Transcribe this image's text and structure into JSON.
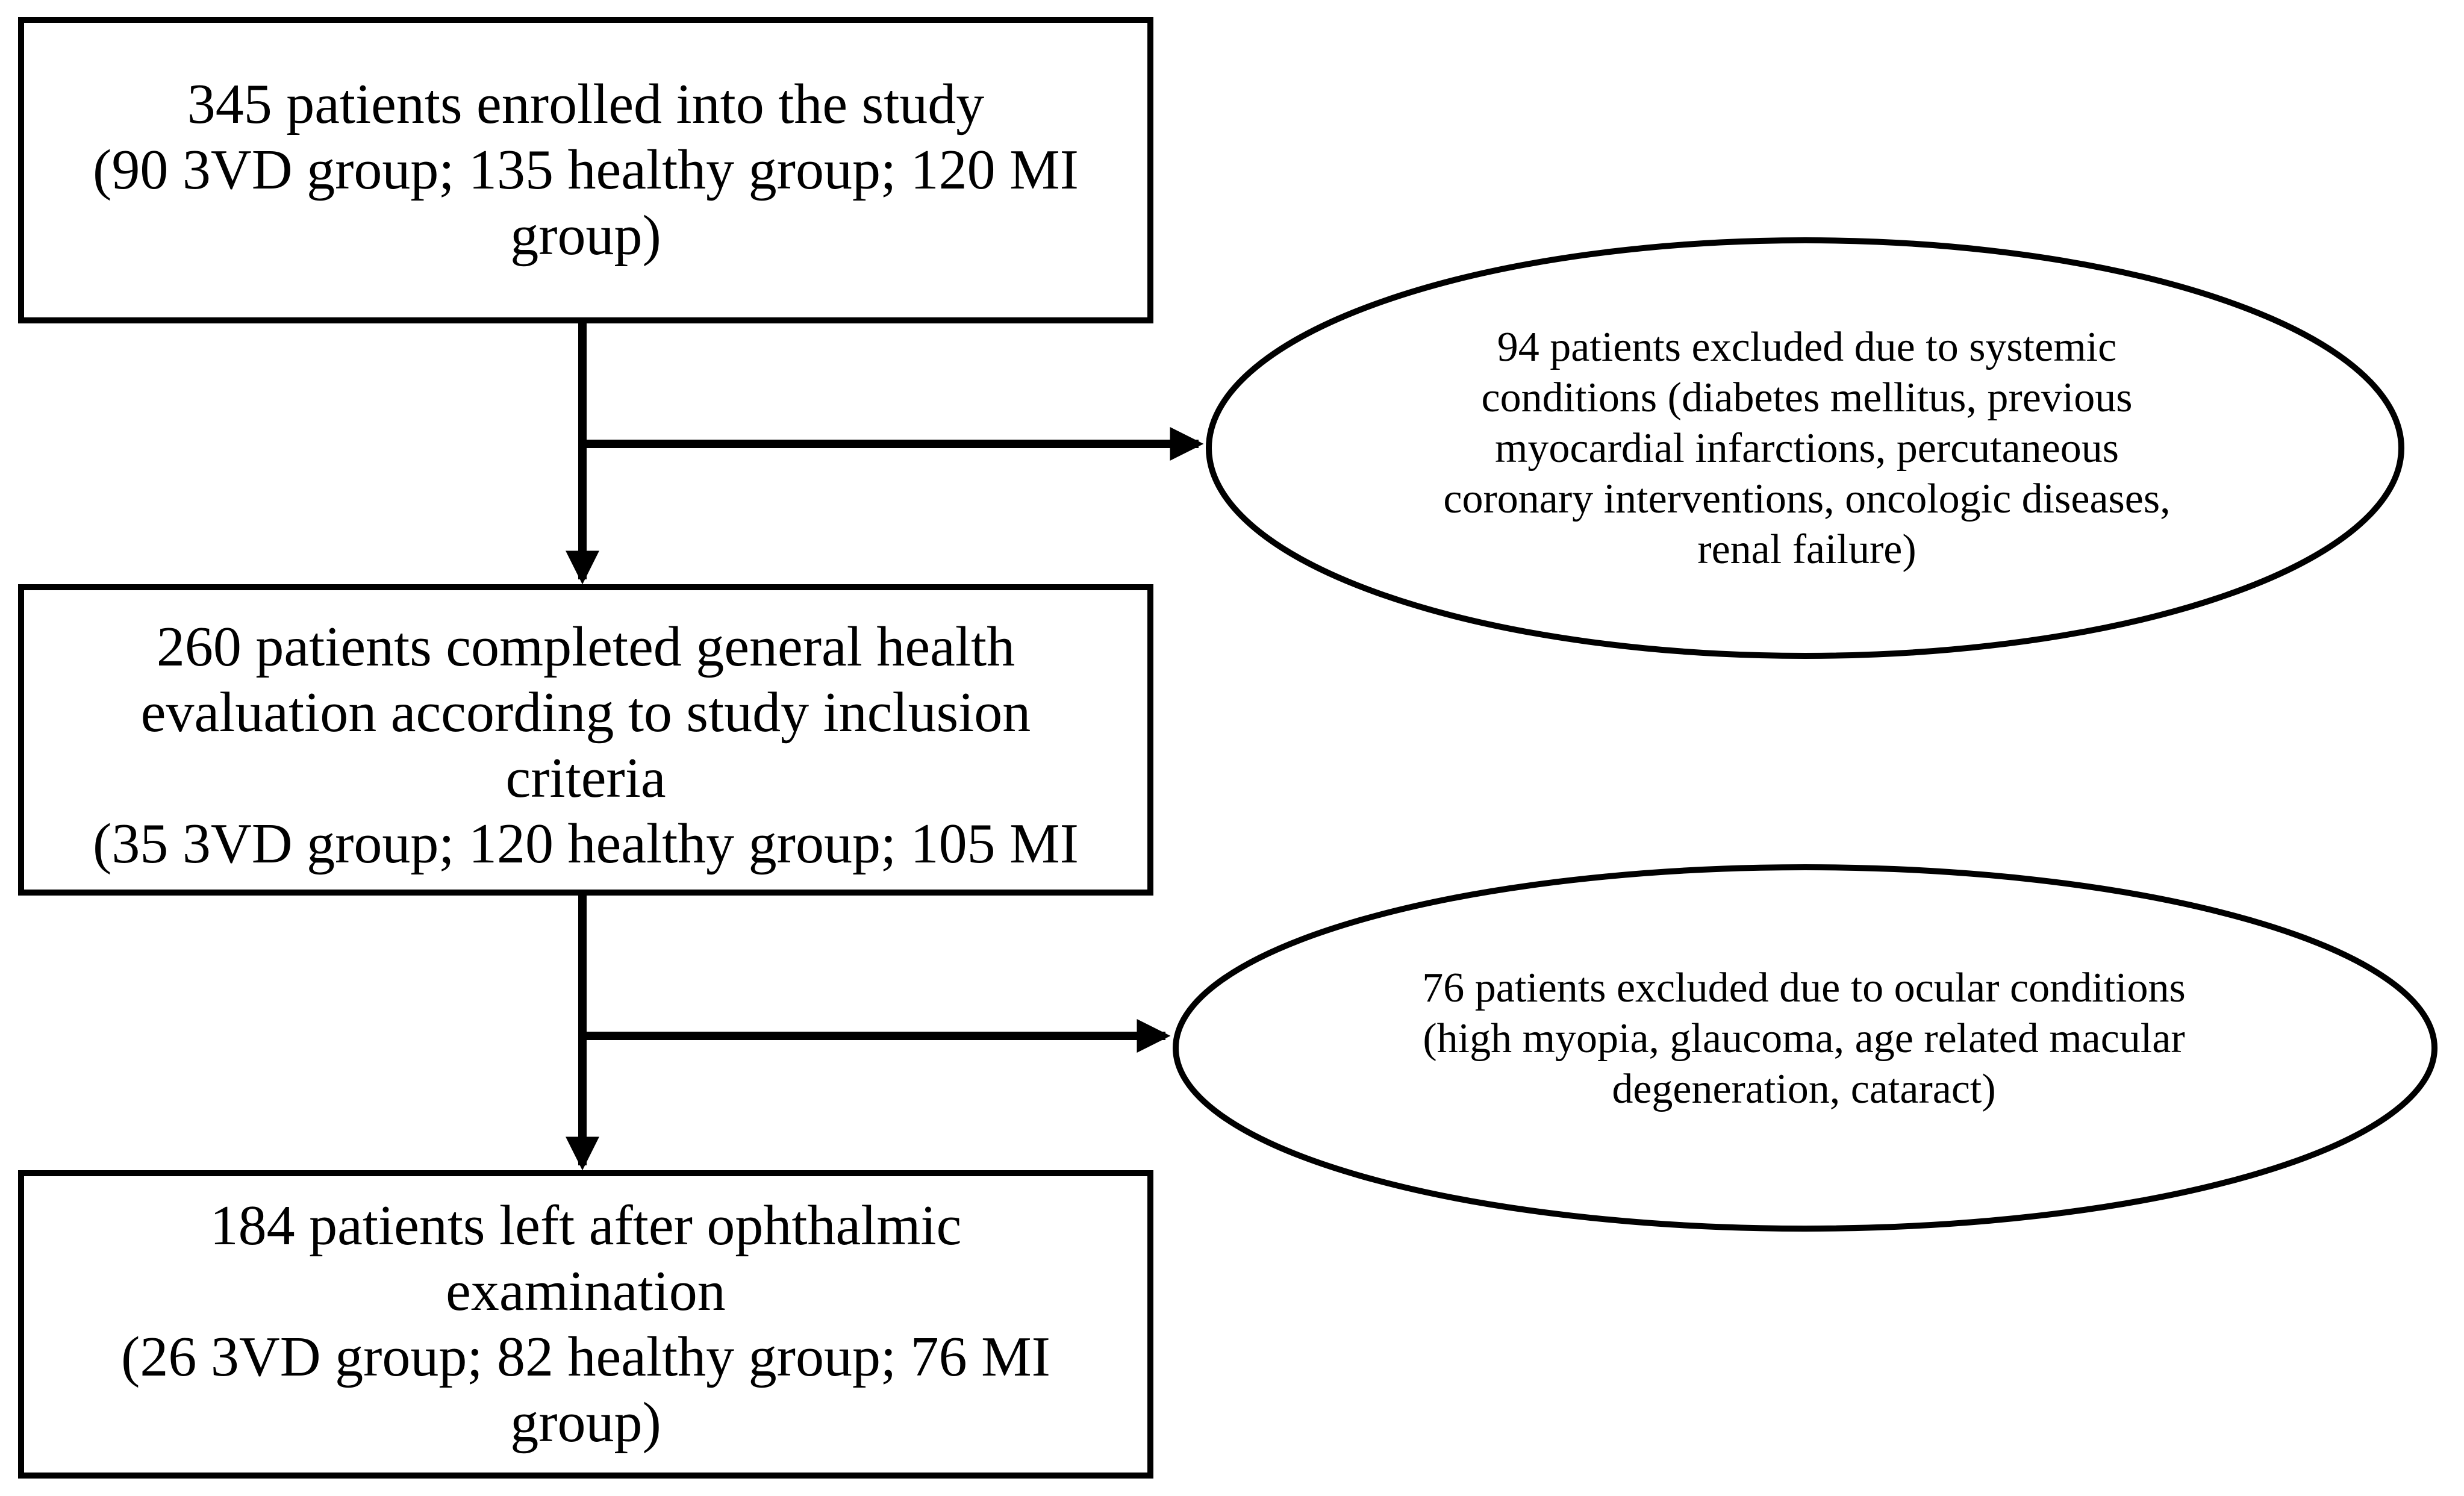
{
  "flowchart": {
    "box1": {
      "lines": [
        "345 patients enrolled into the study",
        "(90 3VD group; 135 healthy group; 120 MI",
        "group)"
      ]
    },
    "exclusion1": {
      "lines": [
        "94 patients excluded due to systemic",
        "conditions (diabetes mellitus, previous",
        "myocardial infarctions, percutaneous",
        "coronary interventions, oncologic diseases,",
        "renal failure)"
      ]
    },
    "box2": {
      "lines": [
        "260 patients completed general health",
        "evaluation according to study inclusion",
        "criteria",
        "(35 3VD group; 120 healthy group; 105 MI"
      ]
    },
    "exclusion2": {
      "lines": [
        "76 patients excluded due to ocular conditions",
        "(high myopia, glaucoma, age related macular",
        "degeneration, cataract)"
      ]
    },
    "box3": {
      "lines": [
        "184 patients left after ophthalmic",
        "examination",
        "(26 3VD group; 82 healthy group; 76 MI",
        "group)"
      ]
    }
  },
  "colors": {
    "stroke": "#000000",
    "background": "#ffffff"
  }
}
